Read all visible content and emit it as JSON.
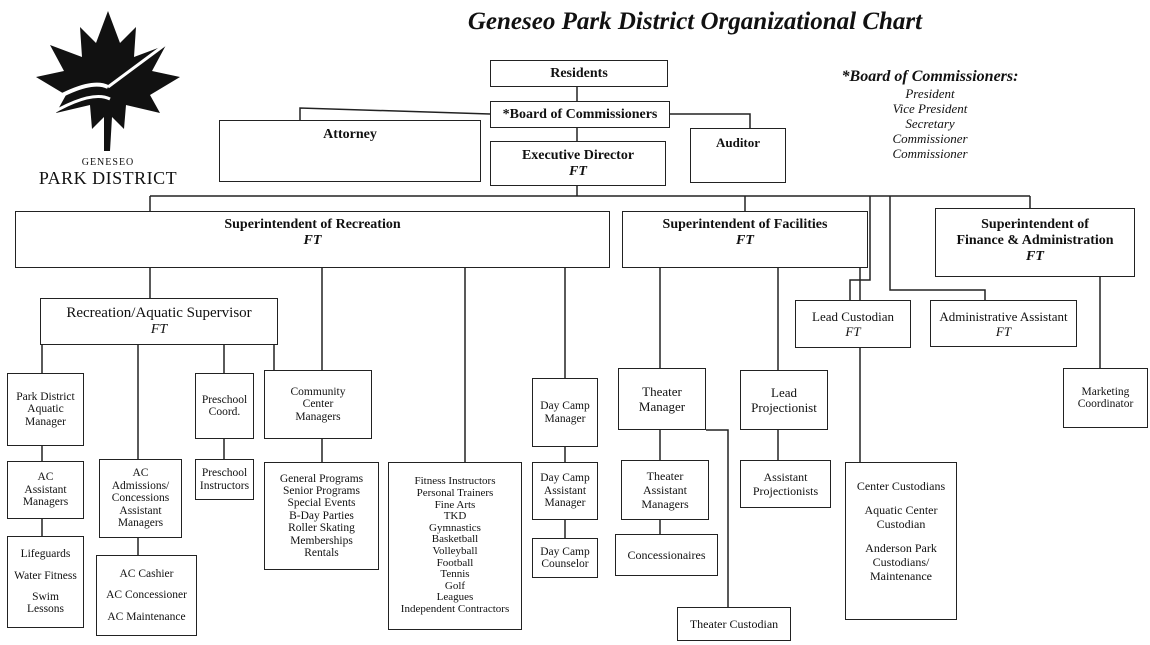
{
  "title": "Geneseo Park District Organizational Chart",
  "logo": {
    "line1": "GENESEO",
    "line2": "PARK DISTRICT"
  },
  "board_note": {
    "heading": "*Board of Commissioners:",
    "members": [
      "President",
      "Vice President",
      "Secretary",
      "Commissioner",
      "Commissioner"
    ]
  },
  "nodes": {
    "residents": {
      "label": "Residents"
    },
    "board": {
      "label": "*Board of Commissioners"
    },
    "attorney": {
      "label": "Attorney"
    },
    "auditor": {
      "label": "Auditor"
    },
    "executive": {
      "label": "Executive Director",
      "sub": "FT"
    },
    "supt_rec": {
      "label": "Superintendent of Recreation",
      "sub": "FT"
    },
    "supt_fac": {
      "label": "Superintendent of  Facilities",
      "sub": "FT"
    },
    "supt_fin": {
      "label": "Superintendent of\nFinance & Administration",
      "sub": "FT"
    },
    "rec_aquatic": {
      "label": "Recreation/Aquatic Supervisor",
      "sub": "FT"
    },
    "lead_custodian": {
      "label": "Lead Custodian",
      "sub": "FT"
    },
    "admin_assistant": {
      "label": "Administrative Assistant",
      "sub": "FT"
    },
    "marketing": {
      "label": "Marketing\nCoordinator"
    },
    "aquatic_manager": {
      "label": "Park District\nAquatic\nManager"
    },
    "ac_assistant": {
      "label": "AC\nAssistant\nManagers"
    },
    "aquatic_staff": {
      "items": [
        "Lifeguards",
        "Water Fitness",
        "Swim\nLessons"
      ]
    },
    "ac_admissions": {
      "label": "AC\nAdmissions/\nConcessions\nAssistant\nManagers"
    },
    "ac_staff": {
      "items": [
        "AC Cashier",
        "AC Concessioner",
        "AC Maintenance"
      ]
    },
    "preschool_coord": {
      "label": "Preschool\nCoord."
    },
    "preschool_instructors": {
      "label": "Preschool\nInstructors"
    },
    "cc_managers": {
      "label": "Community\nCenter\nManagers"
    },
    "programs": {
      "items": [
        "General Programs",
        "Senior Programs",
        "Special Events",
        "B-Day Parties",
        "Roller Skating",
        "Memberships",
        "Rentals"
      ]
    },
    "fitness": {
      "items": [
        "Fitness Instructors",
        "Personal Trainers",
        "Fine Arts",
        "TKD",
        "Gymnastics",
        "Basketball",
        "Volleyball",
        "Football",
        "Tennis",
        "Golf",
        "Leagues",
        "Independent Contractors"
      ]
    },
    "day_camp_manager": {
      "label": "Day Camp\nManager"
    },
    "day_camp_asst": {
      "label": "Day Camp\nAssistant\nManager"
    },
    "day_camp_counselor": {
      "label": "Day Camp\nCounselor"
    },
    "theater_manager": {
      "label": "Theater\nManager"
    },
    "theater_asst": {
      "label": "Theater\nAssistant\nManagers"
    },
    "concessionaires": {
      "label": "Concessionaires"
    },
    "theater_custodian": {
      "label": "Theater Custodian"
    },
    "lead_projectionist": {
      "label": "Lead\nProjectionist"
    },
    "asst_projectionists": {
      "label": "Assistant\nProjectionists"
    },
    "custodians": {
      "items": [
        "Center Custodians",
        "Aquatic Center\nCustodian",
        "Anderson Park\nCustodians/\nMaintenance"
      ]
    }
  }
}
